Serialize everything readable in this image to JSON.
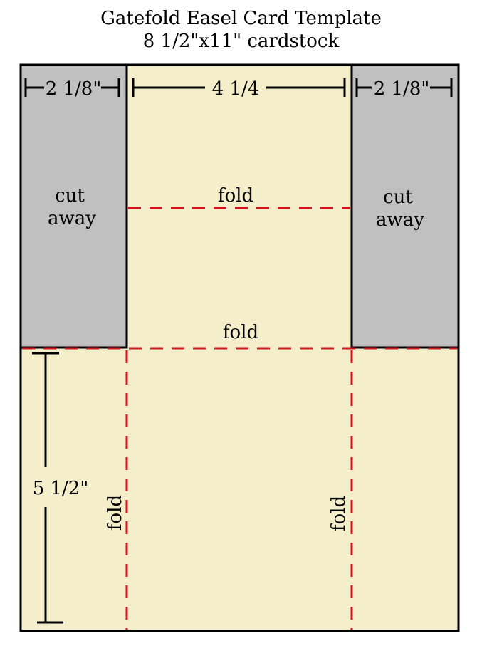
{
  "title": "Gatefold Easel Card Template",
  "subtitle": "8 1/2\"x11\" cardstock",
  "colors": {
    "paper": "#f5eecb",
    "cutaway": "#c0c0c0",
    "outline": "#000000",
    "fold_line": "#d9131e"
  },
  "labels": {
    "dim_left": "2 1/8\"",
    "dim_center": "4 1/4",
    "dim_right": "2 1/8\"",
    "dim_height": "5 1/2\"",
    "cut_left_1": "cut",
    "cut_left_2": "away",
    "cut_right_1": "cut",
    "cut_right_2": "away",
    "fold_upper": "fold",
    "fold_middle": "fold",
    "fold_left_vertical": "fold",
    "fold_right_vertical": "fold"
  }
}
